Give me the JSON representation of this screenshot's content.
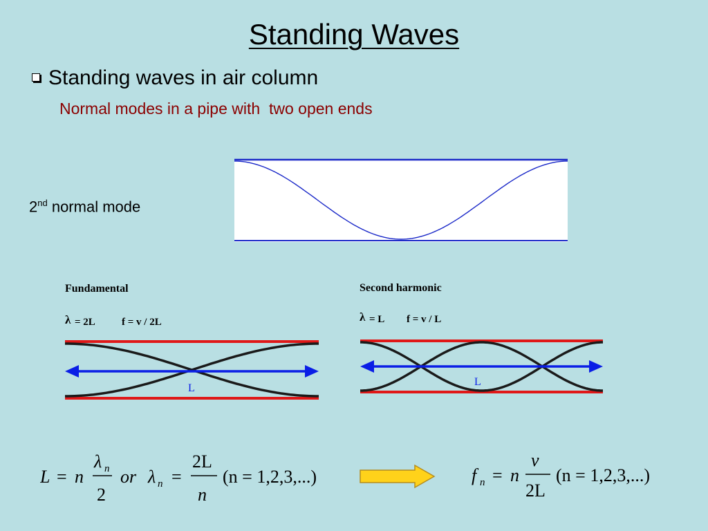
{
  "title": "Standing Waves",
  "bullet": "Standing waves in air column",
  "subheading": "Normal modes in a pipe with  two open ends",
  "mode_label": {
    "number": "2",
    "suffix": "nd",
    "text": " normal mode"
  },
  "fundamental": {
    "title": "Fundamental",
    "lambda_symbol": "λ",
    "lambda_text": "= 2L",
    "freq_text": "f = v / 2L",
    "length_label": "L"
  },
  "second_harmonic": {
    "title": "Second harmonic",
    "lambda_symbol": "λ",
    "lambda_text": "= L",
    "freq_text": "f = v / L",
    "length_label": "L"
  },
  "equation_left": {
    "L": "L",
    "eq1": "=",
    "n1": "n",
    "lambda_n": "λ",
    "sub_n": "n",
    "two": "2",
    "or": "or",
    "lambda2": "λ",
    "sub_n2": "n",
    "eq2": "=",
    "num2": "2L",
    "den2": "n",
    "range": "(n = 1,2,3,...)"
  },
  "equation_right": {
    "f": "f",
    "sub_n": "n",
    "eq": "=",
    "n": "n",
    "num": "v",
    "den": "2L",
    "range": "(n = 1,2,3,...)"
  },
  "colors": {
    "background": "#b9dfe3",
    "wave_blue": "#1a28c8",
    "pipe_red": "#e01818",
    "arrow_blue": "#0a1ee6",
    "arrow_yellow": "#ffd21a",
    "subheading": "#8b0000"
  }
}
